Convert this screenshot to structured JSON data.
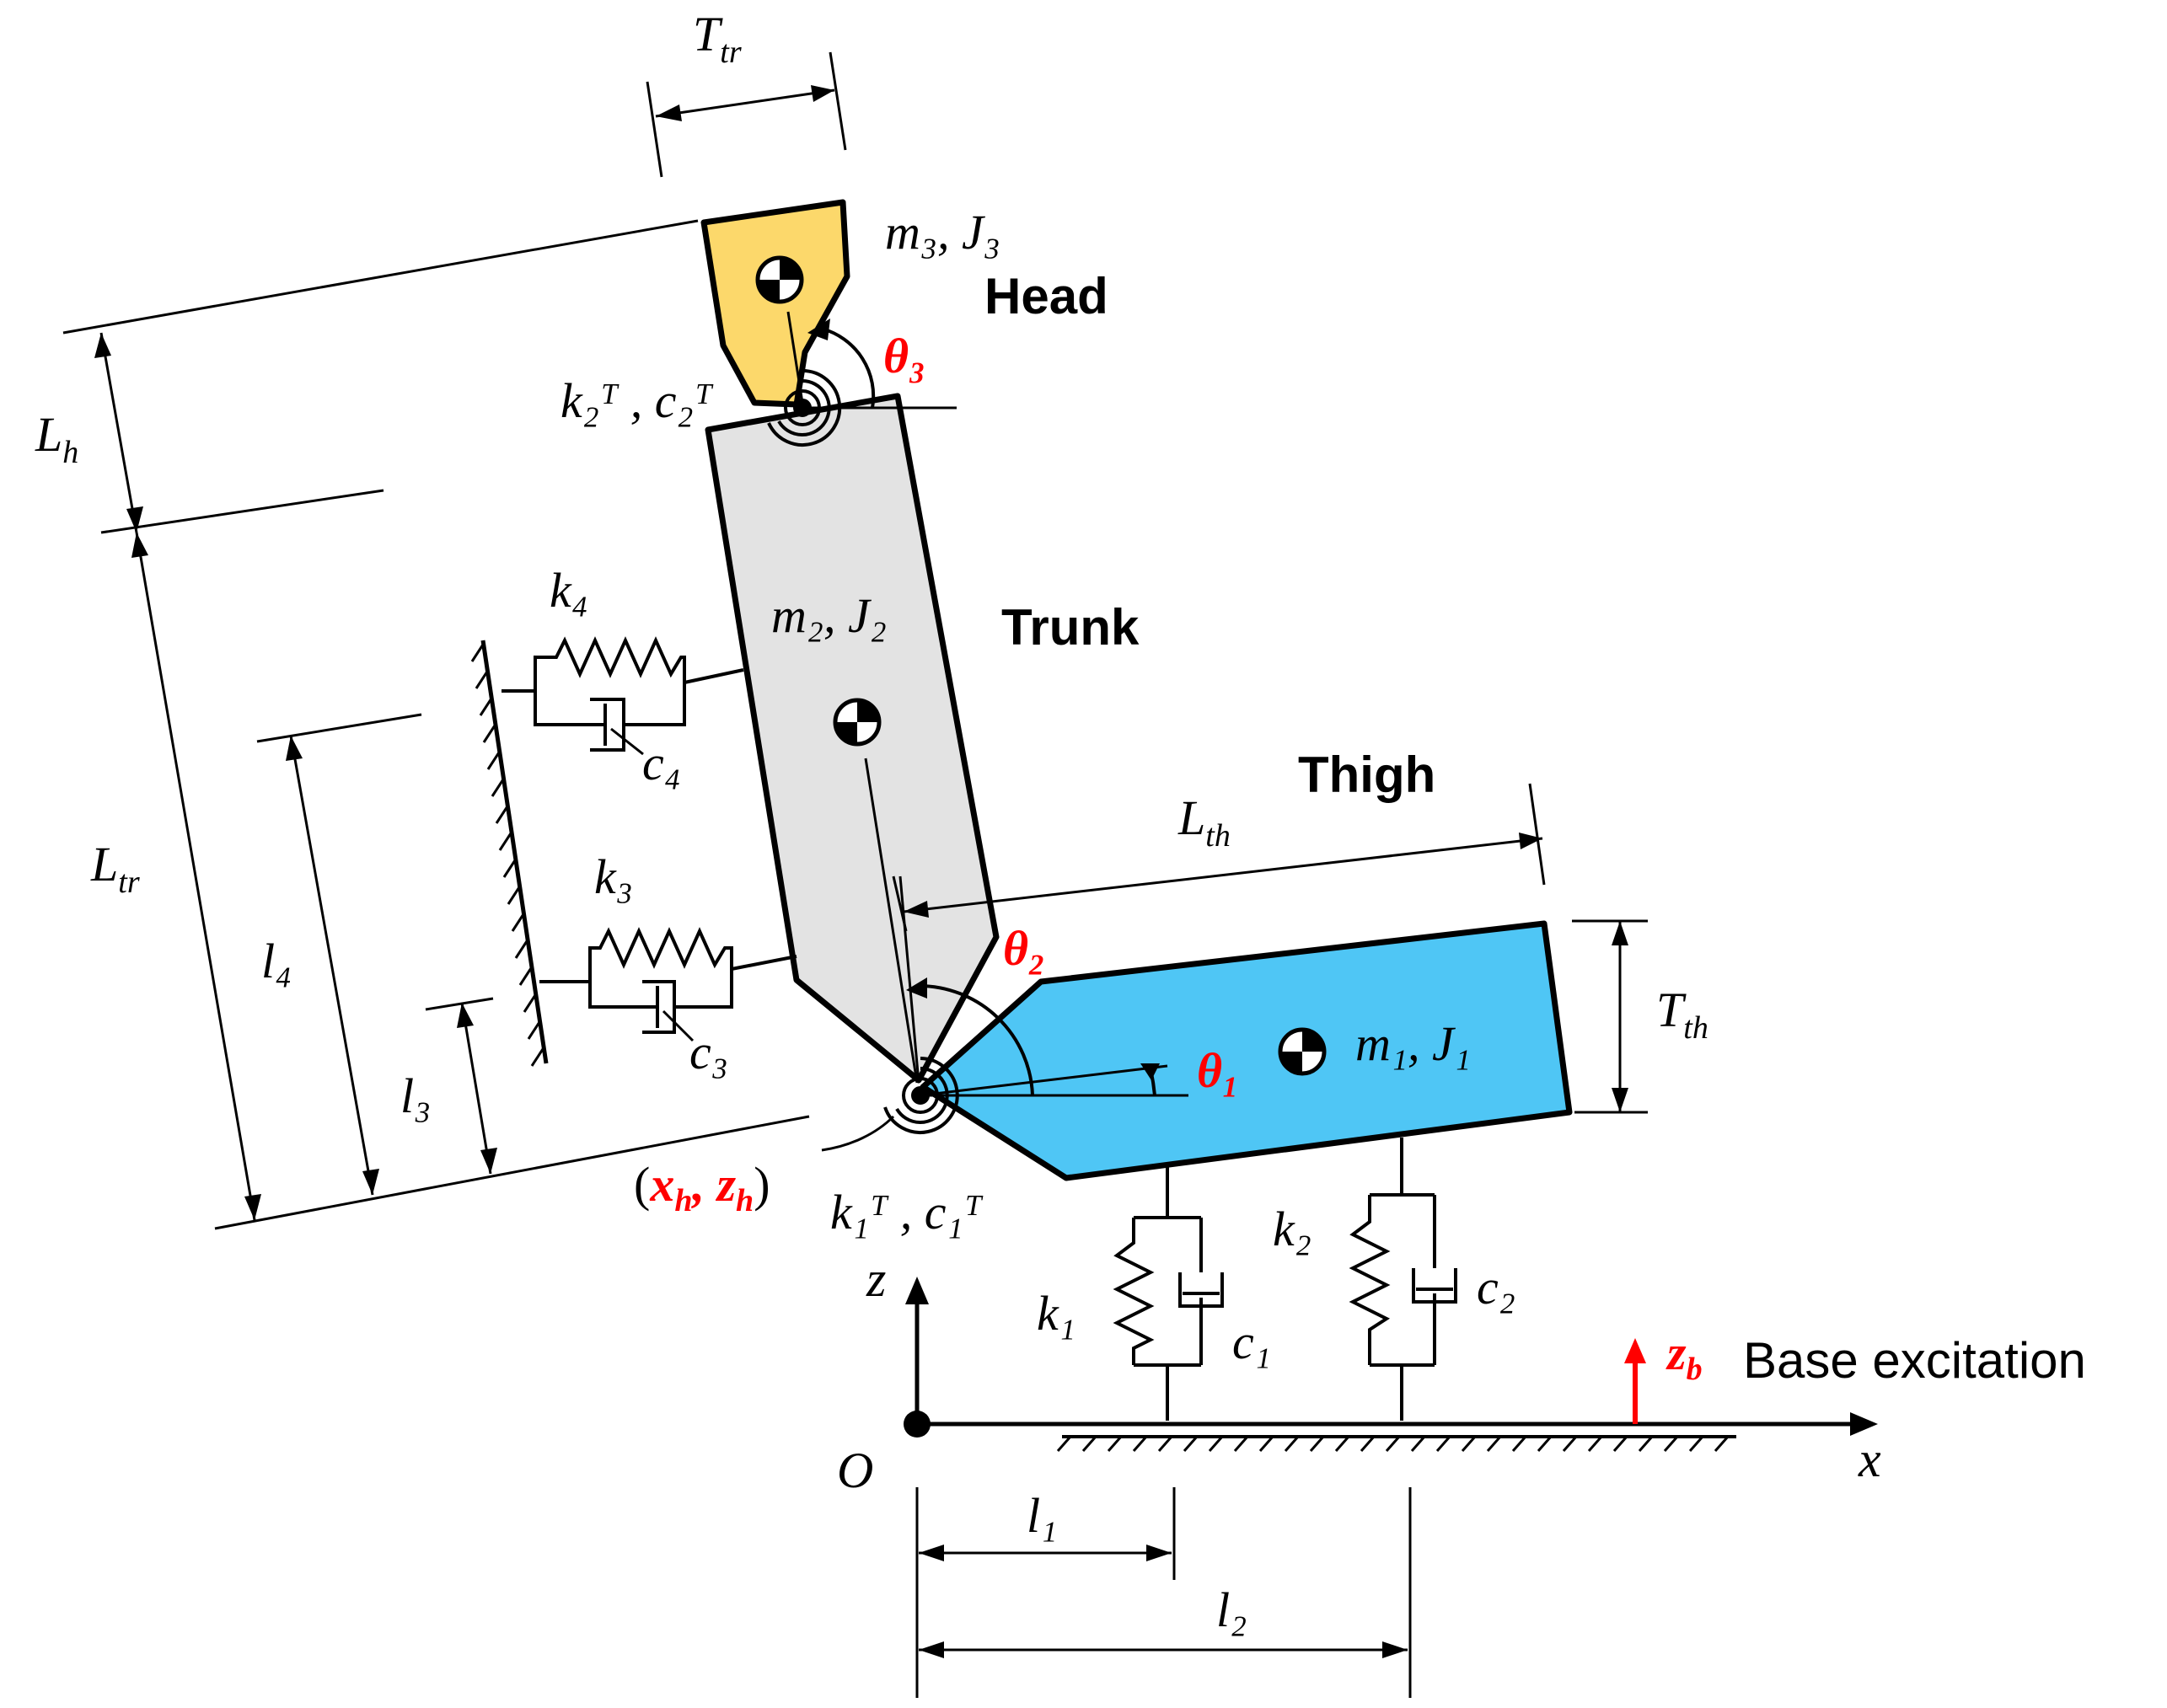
{
  "segments": {
    "head": {
      "name": "Head",
      "mass_inertia": "m₃, J₃",
      "color": "#FCD86B"
    },
    "trunk": {
      "name": "Trunk",
      "mass_inertia": "m₂, J₂",
      "color": "#E3E3E3"
    },
    "thigh": {
      "name": "Thigh",
      "mass_inertia": "m₁, J₁",
      "color": "#4FC6F5"
    }
  },
  "dimensions": {
    "T_tr": "T",
    "T_tr_sub": "tr",
    "L_h": "L",
    "L_h_sub": "h",
    "L_tr": "L",
    "L_tr_sub": "tr",
    "L_th": "L",
    "L_th_sub": "th",
    "T_th": "T",
    "T_th_sub": "th",
    "l1": "l₁",
    "l2": "l₂",
    "l3": "l₃",
    "l4": "l₄"
  },
  "springs_dampers": {
    "k1": "k₁",
    "c1": "c₁",
    "k2": "k₂",
    "c2": "c₂",
    "k3": "k₃",
    "c3": "c₃",
    "k4": "k₄",
    "c4": "c₄",
    "torsional_2": "k₂ᵀ , c₂ᵀ",
    "torsional_1": "k₁ᵀ , c₁ᵀ"
  },
  "angles": {
    "theta1": "θ₁",
    "theta2": "θ₂",
    "theta3": "θ₃",
    "accent_color": "#FF0000"
  },
  "hip": {
    "open": "(",
    "coords": "x",
    "coords_sub": "h",
    "sep": ", z",
    "sep_sub": "h",
    "close": ")"
  },
  "axes": {
    "x": "x",
    "z": "z",
    "origin": "O"
  },
  "base": {
    "symbol": "z",
    "symbol_sub": "b",
    "label": "Base excitation"
  }
}
